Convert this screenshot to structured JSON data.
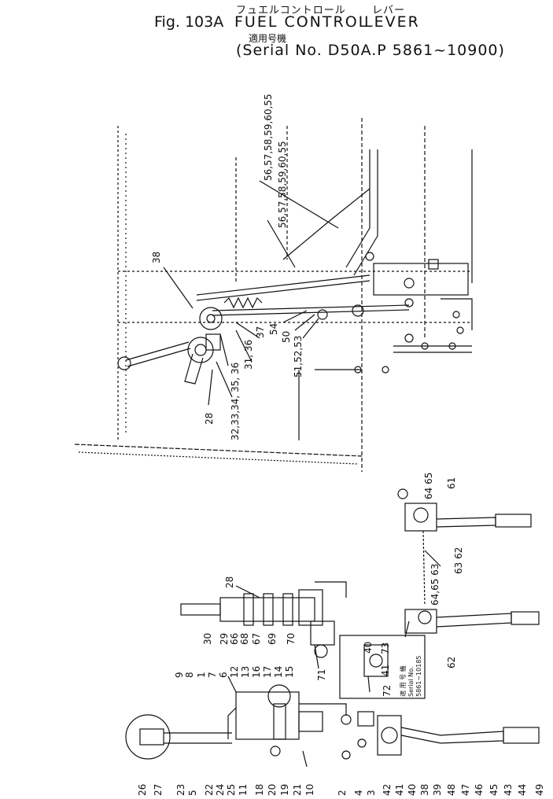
{
  "header": {
    "jp_title": "フュエルコントロール",
    "jp_lever": "レバー",
    "fig_label": "Fig. 103A",
    "en_title": "FUEL   CONTROL",
    "en_lever": "LEVER",
    "jp_serial_head": "適用号機",
    "serial_line": "(Serial No. D50A.P 5861~10900)"
  },
  "upper_view": {
    "callouts": {
      "c38": "38",
      "c56a": "56,57,58,59,60,55",
      "c56b": "56,57,58,59,60,55",
      "c37": "37",
      "c31_36": "31, 36",
      "c35": "32,33,34, 35, 36",
      "c28": "28",
      "c54": "54",
      "c50": "50",
      "c51": "51,52,53"
    }
  },
  "lower_view": {
    "callouts": {
      "c6465a": "64 65",
      "c61": "61",
      "c6263": "63 62",
      "c6465b": "64,65 63",
      "c62": "62",
      "c28": "28",
      "row_a": [
        "30",
        "29",
        "66",
        "68",
        "67",
        "69",
        "70"
      ],
      "c71": "71",
      "c40": "40",
      "c73": "73",
      "c41": "41",
      "c72": "72",
      "inset_note": [
        "適 用 号 機",
        "Serial No.",
        "5861~10185"
      ],
      "row_b": [
        "9",
        "8",
        "1",
        "7",
        "6",
        "12",
        "13",
        "16",
        "17",
        "14",
        "15"
      ],
      "bottom_row": [
        "26",
        "27",
        "23",
        "5",
        "22",
        "24",
        "25",
        "11",
        "18",
        "20",
        "19",
        "21",
        "10",
        "2",
        "4",
        "3",
        "42",
        "41",
        "40",
        "38",
        "39",
        "48",
        "47",
        "46",
        "45",
        "43",
        "44",
        "49"
      ]
    }
  }
}
